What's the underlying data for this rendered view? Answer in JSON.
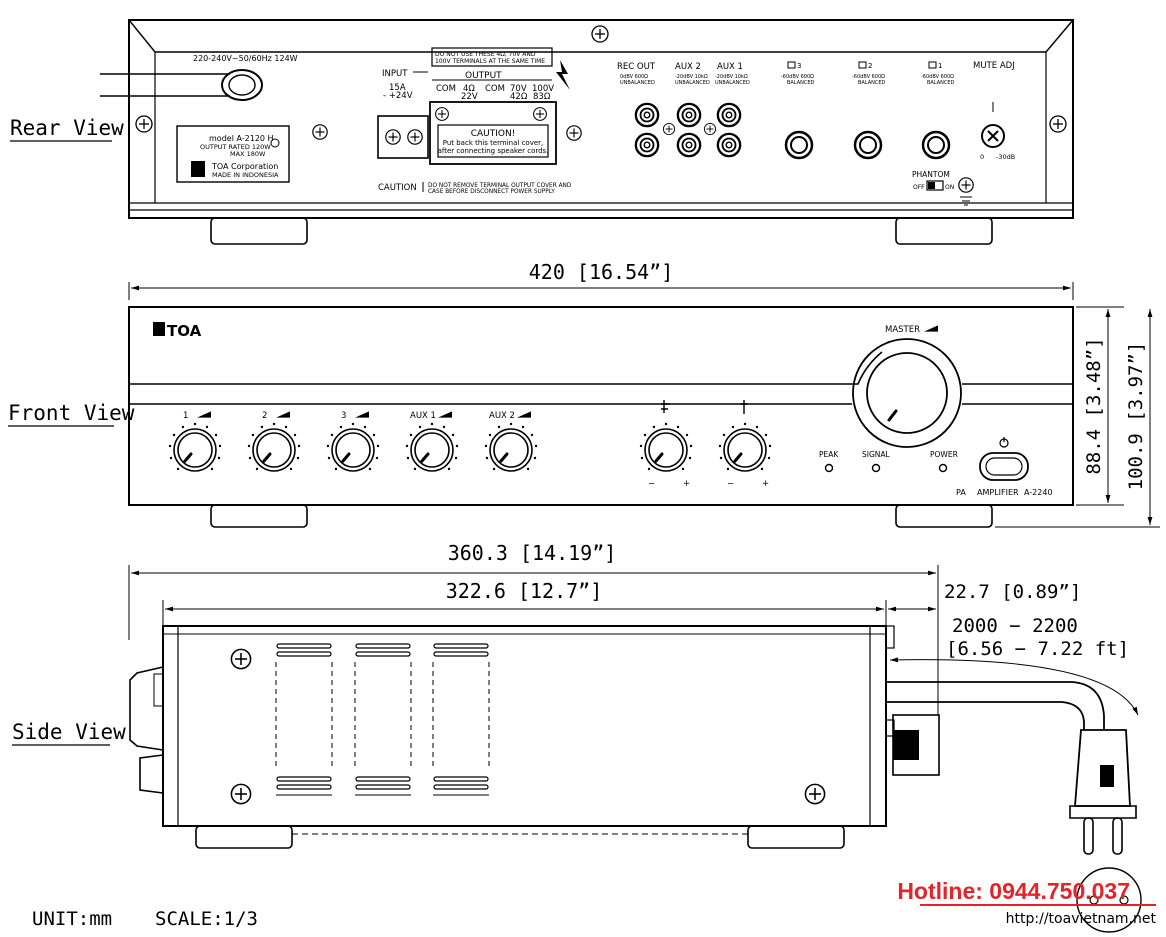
{
  "views": {
    "rear": "Rear View",
    "front": "Front View",
    "side": "Side View"
  },
  "rear_panel": {
    "power_label": "220-240V~50/60Hz 124W",
    "input_label": "INPUT",
    "input_polarity": "15A",
    "input_voltage": "- +24V",
    "output_label": "OUTPUT",
    "terminal_warning_1": "DO NOT USE THESE 4Ω, 70V AND",
    "terminal_warning_2": "100V TERMINALS AT THE SAME TIME",
    "terminals_top": [
      "COM",
      "4Ω",
      "COM",
      "70V",
      "100V"
    ],
    "terminals_bottom": [
      "22V",
      "42Ω",
      "83Ω"
    ],
    "caution_title": "CAUTION!",
    "caution_line1": "Put back this terminal cover,",
    "caution_line2": "after connecting speaker cords.",
    "caution_bottom_label": "CAUTION",
    "caution_bottom_1": "DO NOT REMOVE TERMINAL OUTPUT COVER AND",
    "caution_bottom_2": "CASE BEFORE DISCONNECT POWER SUPPLY",
    "nameplate_model": "model A-2120 H",
    "nameplate_rated": "OUTPUT RATED 120W",
    "nameplate_max": "MAX 180W",
    "nameplate_corp": "TOA Corporation",
    "nameplate_made": "MADE IN INDONESIA",
    "rec_out": "REC OUT",
    "rec_out_spec": "0dBV 600Ω",
    "rec_out_type": "UNBALANCED",
    "aux2": "AUX 2",
    "aux2_spec": "-20dBV 10kΩ",
    "aux2_type": "UNBALANCED",
    "aux1": "AUX 1",
    "aux1_spec": "-20dBV 10kΩ",
    "aux1_type": "UNBALANCED",
    "mic3_spec": "-60dBV 600Ω",
    "mic3_type": "BALANCED",
    "mic2_spec": "-60dBV 600Ω",
    "mic2_type": "BALANCED",
    "mic1_spec": "-60dBV 600Ω",
    "mic1_type": "BALANCED",
    "mic3": "3",
    "mic2": "2",
    "mic1": "1",
    "mute_adj": "MUTE ADJ",
    "mute_range_low": "0",
    "mute_range_high": "-30dB",
    "phantom": "PHANTOM",
    "phantom_off": "OFF",
    "phantom_on": "ON"
  },
  "front_panel": {
    "brand": "TOA",
    "master": "MASTER",
    "knobs": [
      "1",
      "2",
      "3",
      "AUX 1",
      "AUX 2"
    ],
    "tone_minus": "−",
    "tone_plus": "+",
    "indicators": [
      "PEAK",
      "SIGNAL",
      "POWER"
    ],
    "model_pa": "PA",
    "model_amp": "AMPLIFIER",
    "model_no": "A-2240"
  },
  "dimensions": {
    "width": "420 [16.54”]",
    "height_panel": "88.4 [3.48”]",
    "height_total": "100.9 [3.97”]",
    "depth_total": "360.3 [14.19”]",
    "depth_body": "322.6 [12.7”]",
    "depth_knob": "22.7 [0.89”]",
    "cord_mm": "2000 − 2200",
    "cord_ft": "[6.56 − 7.22 ft]"
  },
  "footer": {
    "unit": "UNIT:mm",
    "scale": "SCALE:1/3",
    "hotline": "Hotline: 0944.750.037",
    "url": "http://toavietnam.net"
  }
}
